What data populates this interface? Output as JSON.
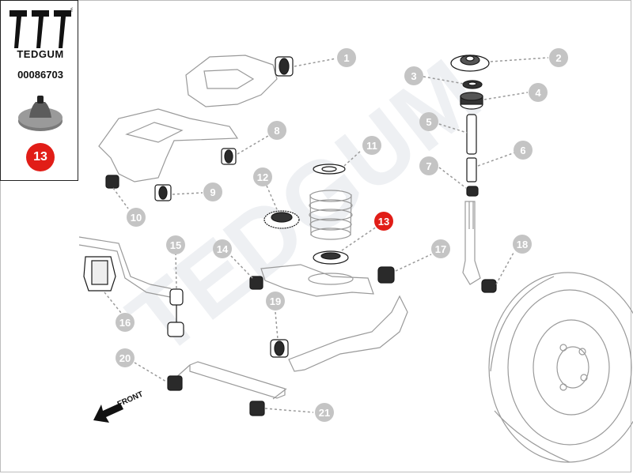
{
  "brand": {
    "name": "TEDGUM",
    "registered_mark": "®",
    "part_number": "00086703"
  },
  "selected_part": {
    "callout": "13",
    "color": "#e11d17"
  },
  "watermark_text": "TEDGUM",
  "front_label": "FRONT",
  "callouts": [
    "1",
    "2",
    "3",
    "4",
    "5",
    "6",
    "7",
    "8",
    "9",
    "10",
    "11",
    "12",
    "13",
    "14",
    "15",
    "16",
    "17",
    "18",
    "19",
    "20",
    "21"
  ],
  "colors": {
    "callout_fill": "#c4c4c4",
    "highlight": "#e11d17",
    "line_art": "#9a9a9a",
    "bushing": "#2a2a2a"
  }
}
